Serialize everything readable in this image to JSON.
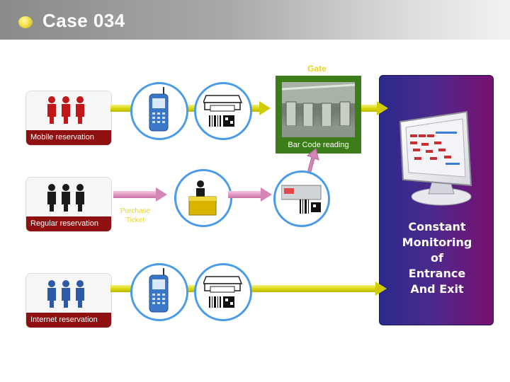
{
  "header": {
    "title": "Case 034"
  },
  "gate": {
    "title": "Gate",
    "caption": "Bar Code  reading"
  },
  "rows": [
    {
      "label": "Mobile reservation"
    },
    {
      "label": "Regular reservation"
    },
    {
      "label": "Internet reservation"
    }
  ],
  "purchase": {
    "line1": "Purchase",
    "line2": "Ticket"
  },
  "monitor": {
    "lines": [
      "Constant",
      "Monitoring",
      "of",
      "Entrance",
      "And Exit"
    ]
  },
  "colors": {
    "header_accent": "#f2e14a",
    "label_bg": "#8e1010",
    "yellow_arrow": "#d6d400",
    "pink_arrow": "#dc8fbd",
    "circle_border": "#4a9be8",
    "gate_green": "#3d7d19",
    "monitor_panel_start": "#2a2a8c",
    "monitor_panel_end": "#7a0f6f",
    "person_red": "#c01818",
    "person_black": "#1a1a1a",
    "person_blue": "#2c5aa8"
  },
  "icons": [
    "people-group-icon",
    "mobile-phone-icon",
    "barcode-ticket-icon",
    "ticket-clerk-icon",
    "barcode-reader-icon",
    "computer-monitor-icon",
    "gate-photo-icon"
  ]
}
